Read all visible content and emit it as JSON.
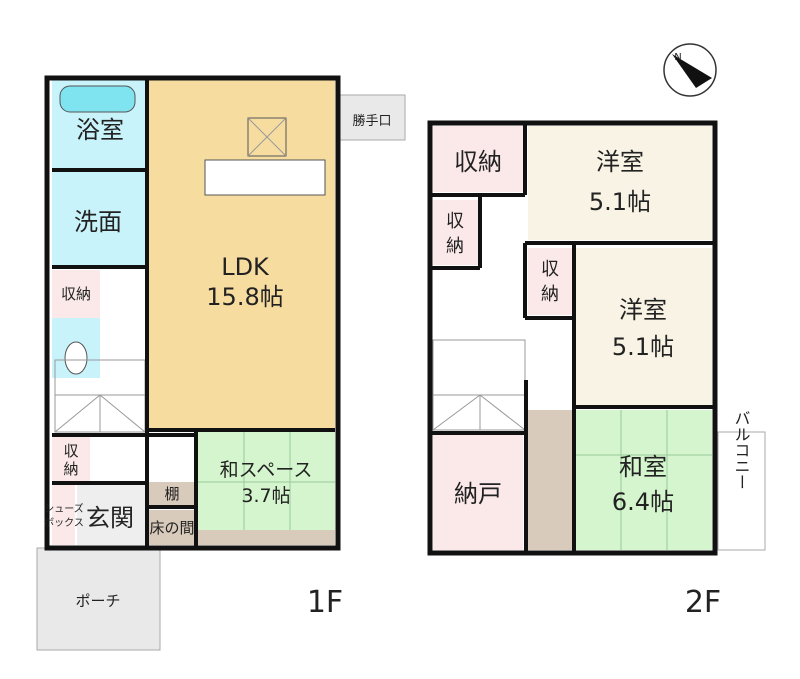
{
  "floor1": {
    "label": "1F",
    "rooms": {
      "bath": "浴室",
      "washroom": "洗面",
      "storage": "収納",
      "storage2_line1": "収",
      "storage2_line2": "納",
      "shoe_box_line1": "シューズ",
      "shoe_box_line2": "ボックス",
      "entrance": "玄関",
      "ldk_name": "LDK",
      "ldk_size": "15.8帖",
      "japanese_space_name": "和スペース",
      "japanese_space_size": "3.7帖",
      "shelf": "棚",
      "tokonoma": "床の間",
      "back_door": "勝手口",
      "porch": "ポーチ"
    }
  },
  "floor2": {
    "label": "2F",
    "rooms": {
      "storage_top": "収納",
      "storage_a_line1": "収",
      "storage_a_line2": "納",
      "storage_b_line1": "収",
      "storage_b_line2": "納",
      "western1_name": "洋室",
      "western1_size": "5.1帖",
      "western2_name": "洋室",
      "western2_size": "5.1帖",
      "closet": "納戸",
      "japanese_name": "和室",
      "japanese_size": "6.4帖",
      "balcony": "バルコニー"
    }
  },
  "compass": {
    "north_label": "N"
  },
  "colors": {
    "bath": "#c9f3fa",
    "ldk": "#f7dca0",
    "storage": "#fbe9ea",
    "western": "#f8f3e4",
    "tatami": "#d4f5cd",
    "wood": "#d9cbbb",
    "porch": "#e9e9e9"
  }
}
